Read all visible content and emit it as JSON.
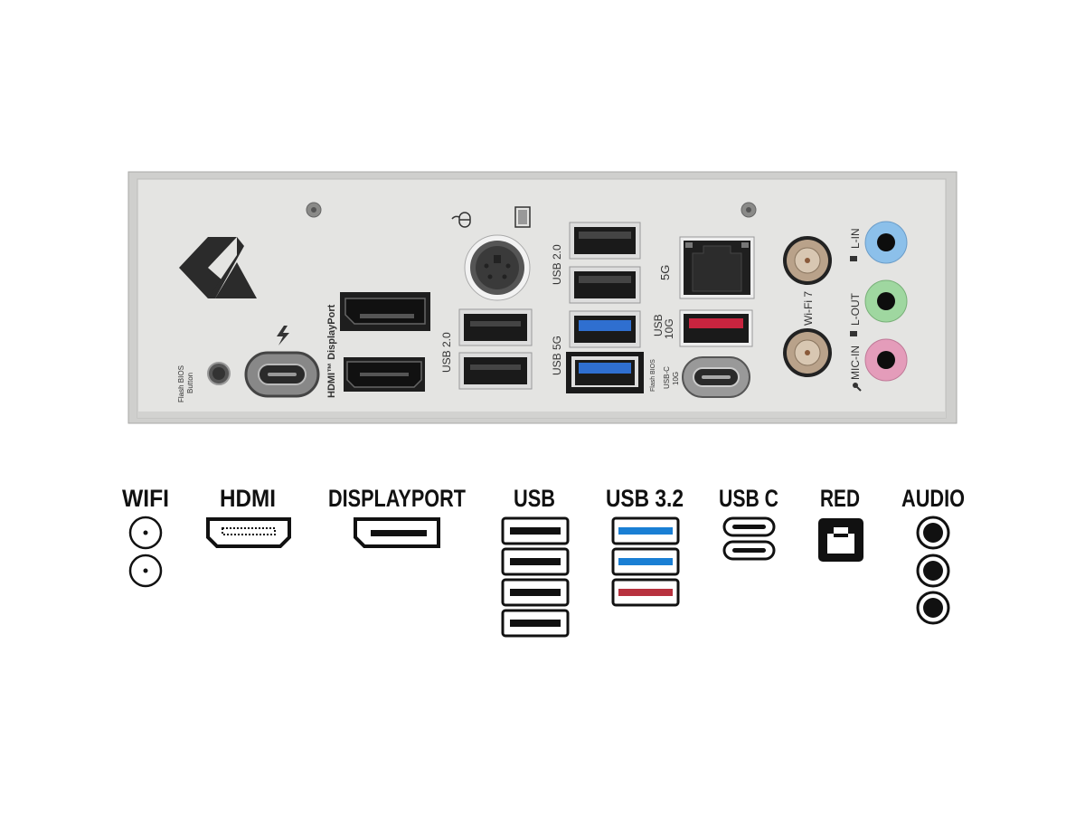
{
  "io_shield": {
    "labels": {
      "flash_bios_line1": "Flash BIOS",
      "flash_bios_line2": "Button",
      "hdmi_displayport": "HDMI™ DisplayPort",
      "usb20_left": "USB 2.0",
      "usb20_right": "USB 2.0",
      "usb5g": "USB 5G",
      "lan_5g": "5G",
      "usb10g_line1": "USB",
      "usb10g_line2": "10G",
      "flash_bios_small": "Flash BIOS",
      "usbc10g_line1": "USB-C",
      "usbc10g_line2": "10G",
      "wifi7": "Wi-Fi 7",
      "line_in": "L-IN",
      "line_out": "L-OUT",
      "mic_in": "MIC-IN"
    },
    "colors": {
      "plate": "#e4e4e2",
      "usb_blue": "#2f6fd0",
      "usb_red": "#c8243f",
      "jack_line_in": "#8cc0ea",
      "jack_line_out": "#9fd7a0",
      "jack_mic_in": "#e49cba"
    }
  },
  "legend": {
    "items": [
      {
        "label": "WIFI",
        "icon": "antenna-connector-icon"
      },
      {
        "label": "HDMI",
        "icon": "hdmi-port-icon"
      },
      {
        "label": "DISPLAYPORT",
        "icon": "displayport-icon"
      },
      {
        "label": "USB",
        "icon": "usb-a-icon"
      },
      {
        "label": "USB 3.2",
        "icon": "usb-a-colored-icon"
      },
      {
        "label": "USB C",
        "icon": "usb-c-icon"
      },
      {
        "label": "RED",
        "icon": "ethernet-port-icon"
      },
      {
        "label": "AUDIO",
        "icon": "audio-jack-icon"
      }
    ],
    "colors": {
      "blue": "#1a7fd4",
      "red": "#b8323f"
    }
  }
}
